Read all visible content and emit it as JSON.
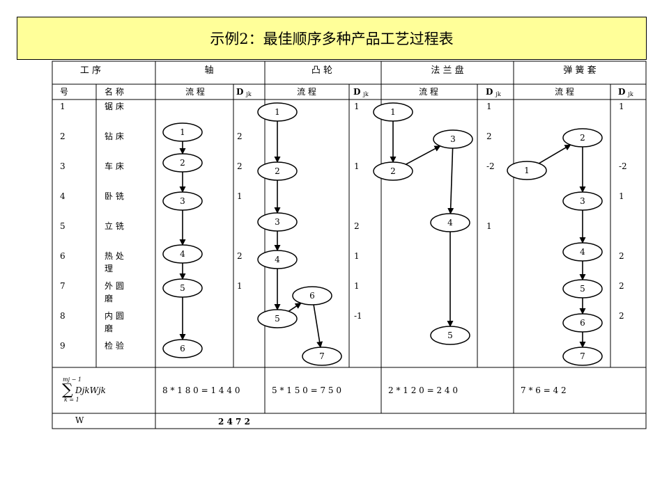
{
  "title": "示例2：最佳顺序多种产品工艺过程表",
  "header": {
    "process_label": "工  序",
    "products": [
      "轴",
      "凸 轮",
      "法 兰 盘",
      "弹 簧 套"
    ],
    "no_label": "号",
    "name_label": "名 称",
    "flow_label": "流  程",
    "d_label": "D",
    "d_sub": "jk"
  },
  "processes": [
    {
      "no": "1",
      "name": [
        "锯 床"
      ]
    },
    {
      "no": "2",
      "name": [
        "钻 床"
      ]
    },
    {
      "no": "3",
      "name": [
        "车 床"
      ]
    },
    {
      "no": "4",
      "name": [
        "卧 铣"
      ]
    },
    {
      "no": "5",
      "name": [
        "立 铣"
      ]
    },
    {
      "no": "6",
      "name": [
        "热      处",
        "理"
      ]
    },
    {
      "no": "7",
      "name": [
        "外      圆",
        "磨"
      ]
    },
    {
      "no": "8",
      "name": [
        "内      圆",
        "磨"
      ]
    },
    {
      "no": "9",
      "name": [
        "检 验"
      ]
    }
  ],
  "d_values": [
    [
      "",
      "2",
      "2",
      "1",
      "",
      "2",
      "1",
      "",
      ""
    ],
    [
      "1",
      "",
      "1",
      "",
      "2",
      "1",
      "1",
      "-1",
      ""
    ],
    [
      "1",
      "2",
      "-2",
      "",
      "1",
      "",
      "",
      "",
      ""
    ],
    [
      "1",
      "",
      "-2",
      "1",
      "",
      "2",
      "2",
      "2",
      ""
    ]
  ],
  "flows": [
    {
      "nodes": [
        "1",
        "2",
        "3",
        "4",
        "5",
        "6"
      ]
    },
    {
      "nodes": [
        "1",
        "2",
        "3",
        "4",
        "5",
        "6",
        "7"
      ]
    },
    {
      "nodes": [
        "1",
        "2",
        "3",
        "4",
        "5"
      ]
    },
    {
      "nodes": [
        "1",
        "2",
        "3",
        "4",
        "5",
        "6",
        "7"
      ]
    }
  ],
  "formula": {
    "sum": "∑",
    "top": "mj  − 1",
    "bottom": "k  = 1",
    "expr": "DjkWjk"
  },
  "products_calc": [
    "8 * 1 8 0 = 1 4 4 0",
    "5  * 1 5 0 = 7 5 0",
    "2 * 1 2 0 = 2 4 0",
    "7 * 6 = 4 2"
  ],
  "w_label": "W",
  "w_total": "2  4  7  2"
}
